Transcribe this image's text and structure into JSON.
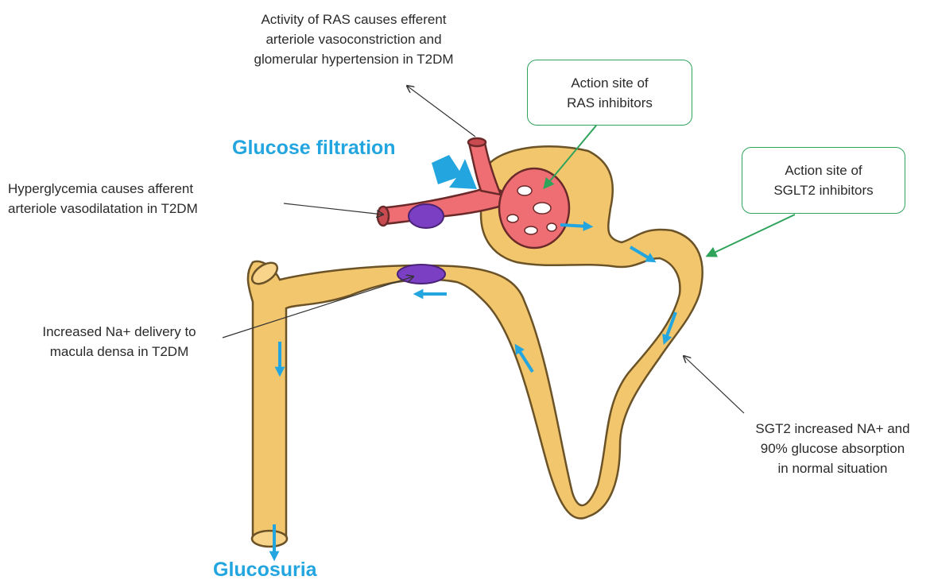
{
  "title": "Glucose filtration",
  "output_label": "Glucosuria",
  "annotations": {
    "ras_activity": [
      "Activity of RAS causes efferent",
      "arteriole vasoconstriction and",
      "glomerular hypertension in T2DM"
    ],
    "hyperglycemia": [
      "Hyperglycemia causes afferent",
      "arteriole vasodilatation in T2DM"
    ],
    "macula_densa": [
      "Increased Na+ delivery to",
      "macula densa in T2DM"
    ],
    "sglt2_absorption": [
      "SGT2 increased NA+ and",
      "90% glucose absorption",
      "in normal situation"
    ]
  },
  "boxes": {
    "ras_inhibitors": [
      "Action  site of",
      "RAS inhibitors"
    ],
    "sglt2_inhibitors": [
      "Action  site of",
      "SGLT2 inhibitors"
    ]
  },
  "colors": {
    "tubule": "#f2c66d",
    "tubule_outline": "#6b5327",
    "glomerulus": "#ef6e73",
    "macula_densa": "#7b3fc4",
    "flow_arrow": "#23a6e0",
    "callout_box": "#2fa35a"
  }
}
